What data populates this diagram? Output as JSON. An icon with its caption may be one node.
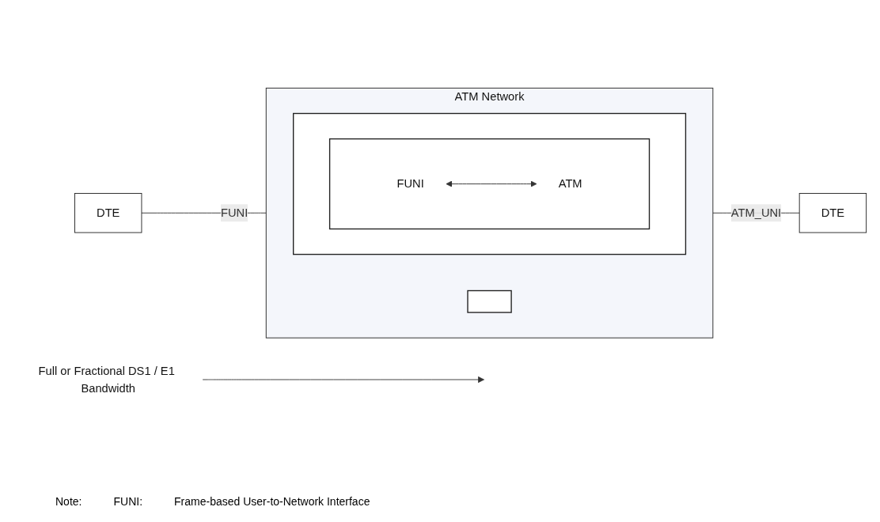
{
  "diagram": {
    "nodes": [
      {
        "text": [
          "DTE"
        ]
      },
      {
        "text": [
          "ATM Network"
        ]
      },
      {
        "text": [],
        "shape": "box",
        "in": 1
      },
      {
        "text": [],
        "shape": "box",
        "in": 2
      },
      {
        "text": [
          "FUNI"
        ],
        "in": 3
      },
      {
        "text": [
          "ATM"
        ],
        "in": 3
      },
      {
        "text": [],
        "shape": "box",
        "in": 1
      },
      {
        "text": [
          "DTE"
        ]
      },
      {
        "text": [
          "Full or Fractional DS1 / E1 Bandwidth"
        ]
      }
    ],
    "edges": [
      {
        "from": 0,
        "to": 1,
        "arrow": "none",
        "label": "FUNI"
      },
      {
        "from": 4,
        "to": 5,
        "arrow": "both"
      },
      {
        "from": 1,
        "to": 7,
        "arrow": "none",
        "label": "ATM_UNI"
      },
      {
        "from": 8,
        "to": null,
        "arrow": "to"
      }
    ],
    "labels": [
      "Note:",
      "FUNI:",
      "Frame-based User-to-Network Interface"
    ]
  }
}
